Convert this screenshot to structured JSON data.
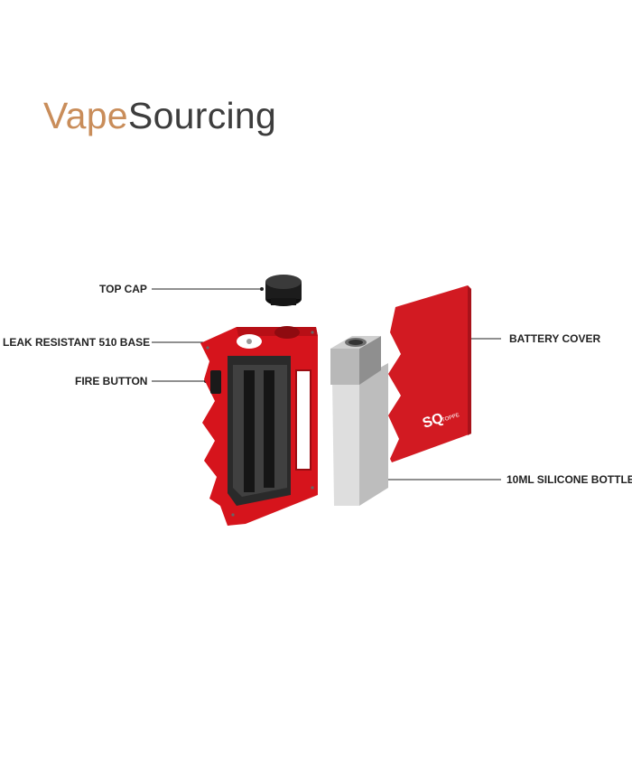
{
  "brand": {
    "part1": "Vape",
    "part2": "Sourcing"
  },
  "callouts": {
    "top_cap": "TOP CAP",
    "base": "LEAK RESISTANT 510 BASE",
    "fire_button": "FIRE BUTTON",
    "battery_cover": "BATTERY COVER",
    "bottle": "10ML SILICONE BOTTLE"
  },
  "cover_marking": {
    "logo": "SQ",
    "sub": "TOPPE"
  },
  "colors": {
    "mod_red": "#d6141c",
    "dark": "#1a1a1a",
    "silver": "#d9d9d9",
    "brand_accent": "#c98d5a"
  }
}
